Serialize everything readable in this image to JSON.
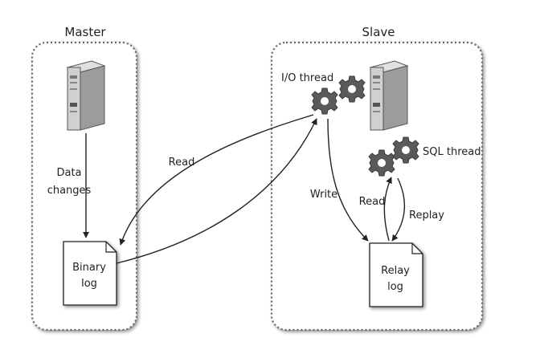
{
  "master": {
    "title": "Master",
    "edge_label_line1": "Data",
    "edge_label_line2": "changes",
    "doc_line1": "Binary",
    "doc_line2": "log"
  },
  "slave": {
    "title": "Slave",
    "io_thread_label": "I/O thread",
    "sql_thread_label": "SQL thread",
    "doc_line1": "Relay",
    "doc_line2": "log"
  },
  "edges": {
    "read_master": "Read",
    "write": "Write",
    "read_slave": "Read",
    "replay": "Replay"
  },
  "colors": {
    "stroke": "#222222",
    "panel_border": "#666666",
    "server_front": "#d2d2d2",
    "server_side": "#a5a5a5",
    "gear_fill": "#5a5a5a",
    "doc_fill": "#ffffff"
  }
}
